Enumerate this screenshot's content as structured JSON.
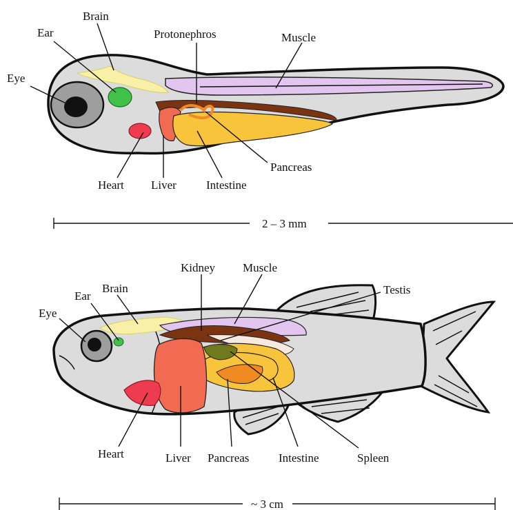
{
  "larva": {
    "labels": {
      "brain": "Brain",
      "ear": "Ear",
      "eye": "Eye",
      "protonephros": "Protonephros",
      "muscle": "Muscle",
      "heart": "Heart",
      "liver": "Liver",
      "intestine": "Intestine",
      "pancreas": "Pancreas"
    },
    "scale": "2 – 3 mm"
  },
  "adult": {
    "labels": {
      "kidney": "Kidney",
      "muscle": "Muscle",
      "testis": "Testis",
      "ear": "Ear",
      "brain": "Brain",
      "eye": "Eye",
      "heart": "Heart",
      "liver": "Liver",
      "pancreas": "Pancreas",
      "intestine": "Intestine",
      "spleen": "Spleen"
    },
    "scale": "~ 3 cm"
  },
  "colors": {
    "body": "#dcdcdc",
    "brain": "#f7f0a6",
    "ear": "#3fc24a",
    "muscle": "#e2c6ef",
    "heart": "#ef3b50",
    "liver": "#f26a52",
    "intestine": "#f8c43c",
    "pancreas": "#f08a22",
    "kidney": "#7a3412",
    "spleen": "#6f7a1e",
    "testis": "#f7e9de"
  }
}
